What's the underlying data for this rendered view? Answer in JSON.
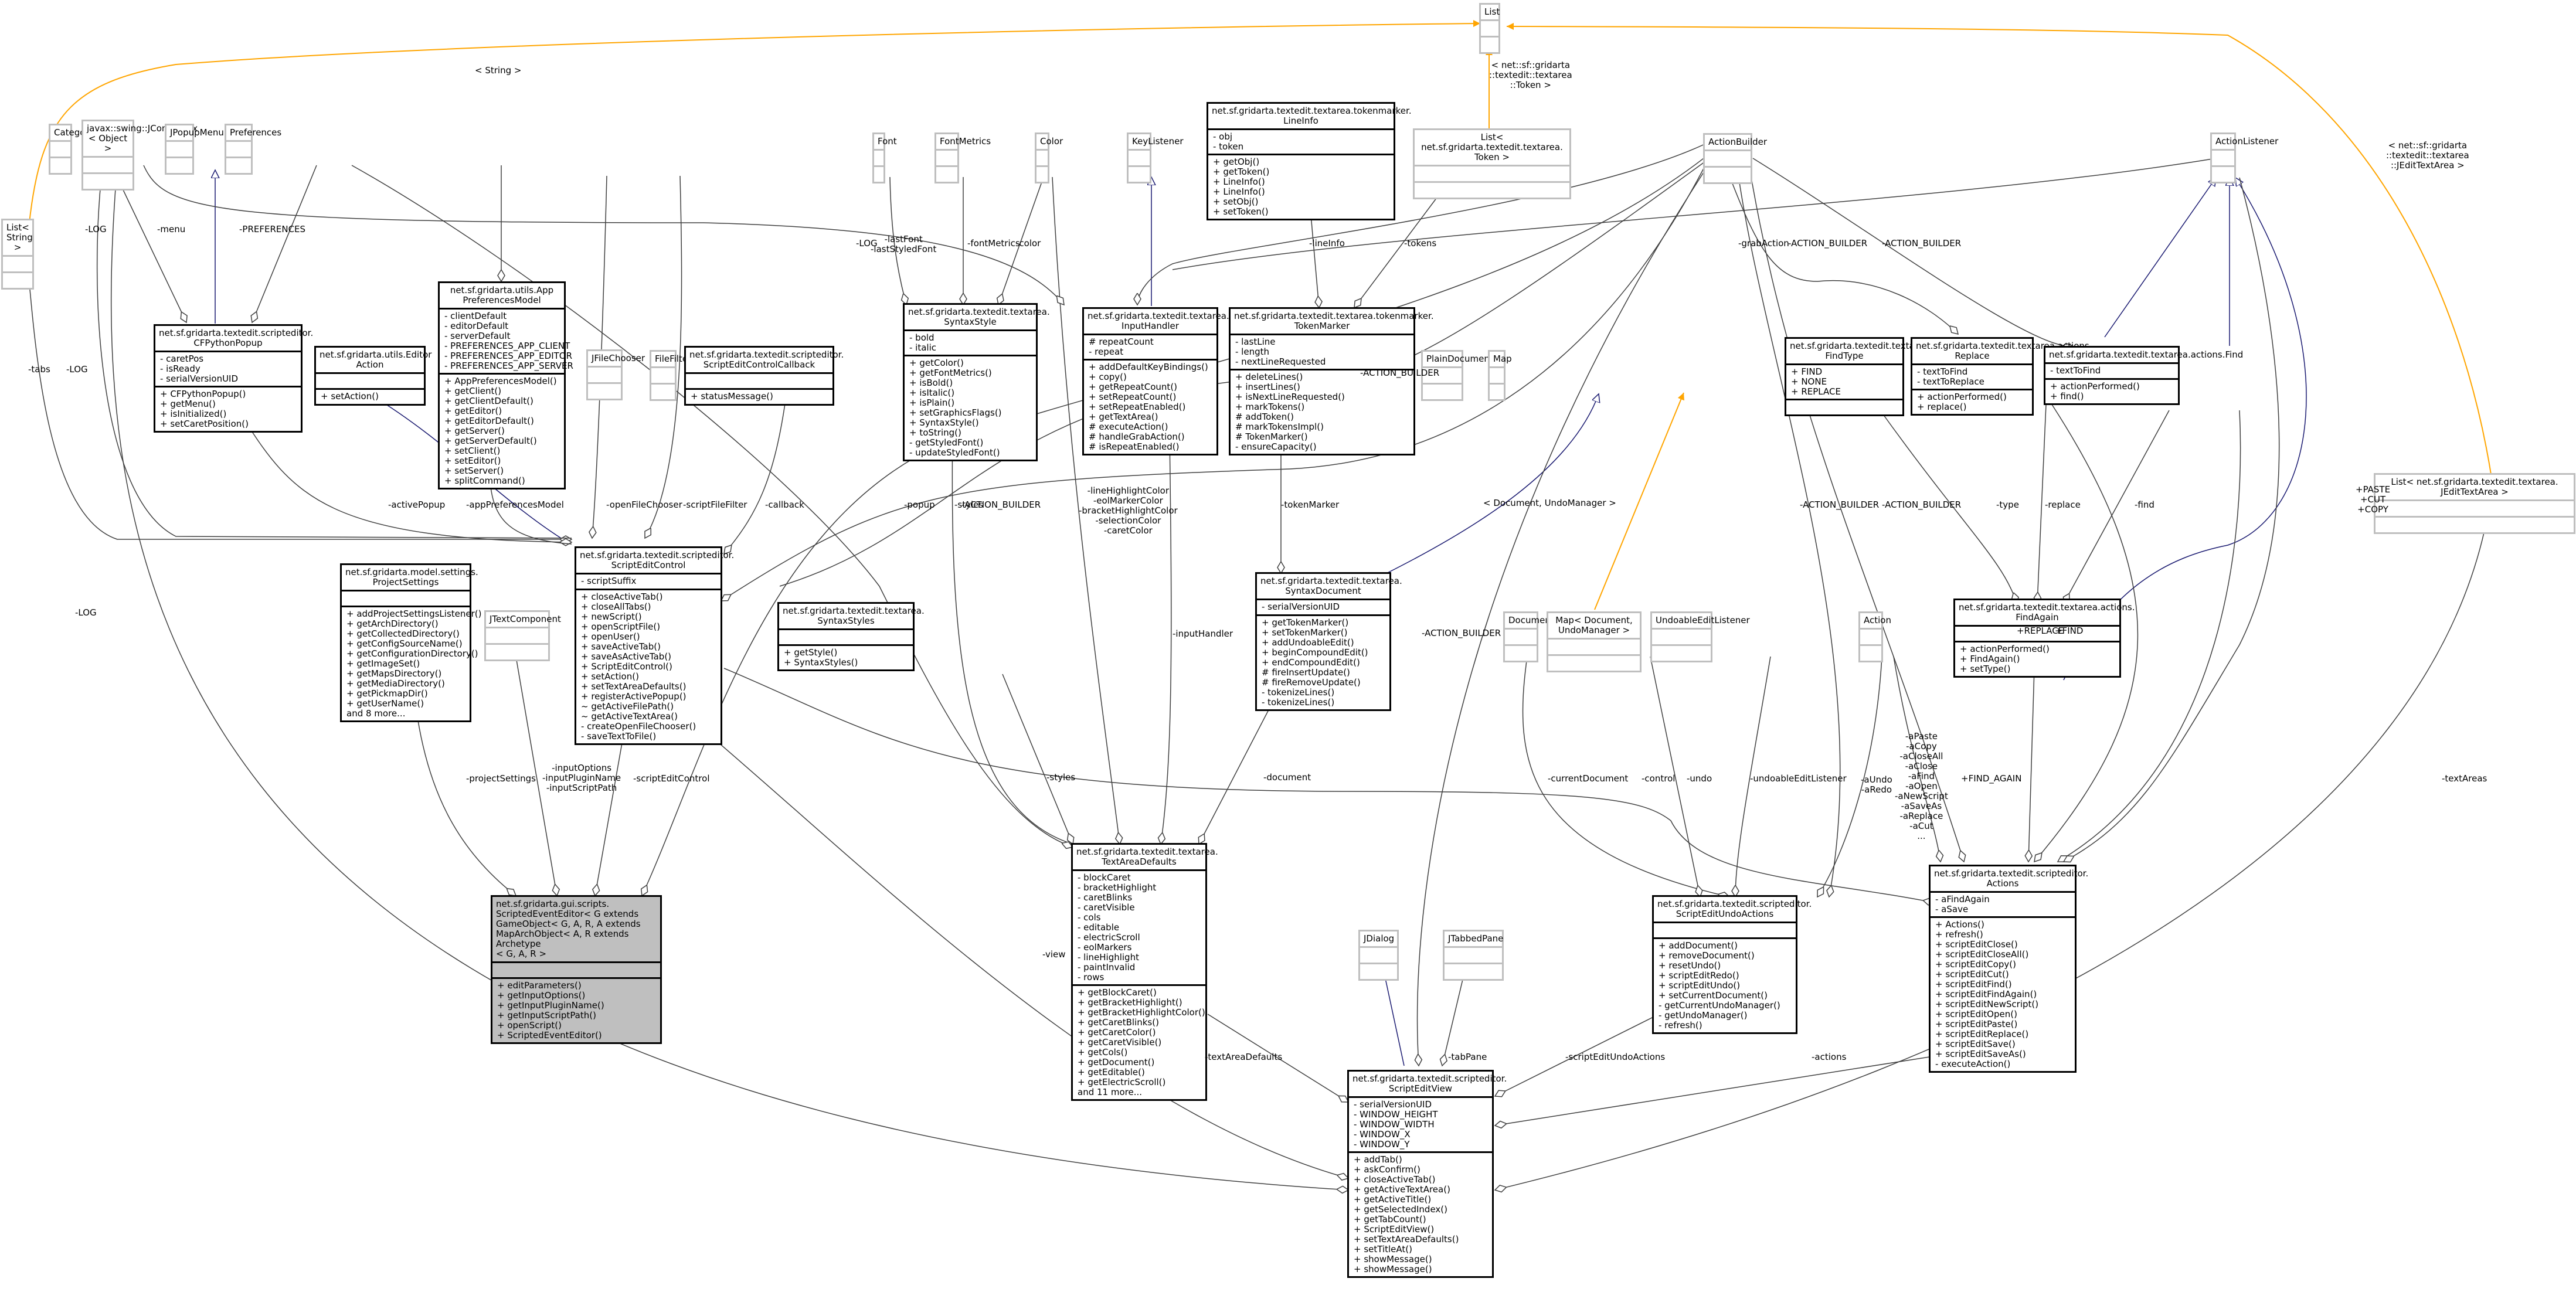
{
  "diagram": {
    "type": "uml-class-collaboration",
    "focus_class": "ScriptedEventEditor",
    "colors": {
      "association": "#404040",
      "inheritance": "#191970",
      "template": "#ffa500",
      "focus_fill": "#bfbfbf",
      "external_border": "#bfbfbf"
    }
  },
  "classes": {
    "List": {
      "name": "List",
      "external": true,
      "attrs": [],
      "ops": []
    },
    "ListString": {
      "name": "List< String >",
      "external": true,
      "attrs": [],
      "ops": []
    },
    "Category": {
      "name": "Category",
      "external": true,
      "attrs": [],
      "ops": []
    },
    "JComboBox": {
      "name": "javax::swing::JComboBox\n< Object >",
      "external": true,
      "attrs": [],
      "ops": []
    },
    "JPopupMenu": {
      "name": "JPopupMenu",
      "external": true,
      "attrs": [],
      "ops": []
    },
    "Preferences": {
      "name": "Preferences",
      "external": true,
      "attrs": [],
      "ops": []
    },
    "Font": {
      "name": "Font",
      "external": true,
      "attrs": [],
      "ops": []
    },
    "FontMetrics": {
      "name": "FontMetrics",
      "external": true,
      "attrs": [],
      "ops": []
    },
    "Color": {
      "name": "Color",
      "external": true,
      "attrs": [],
      "ops": []
    },
    "KeyListener": {
      "name": "KeyListener",
      "external": true,
      "attrs": [],
      "ops": []
    },
    "ListToken": {
      "name": "List< net.sf.gridarta.textedit.textarea.\nToken >",
      "external": true,
      "attrs": [],
      "ops": []
    },
    "ActionBuilder": {
      "name": "ActionBuilder",
      "external": true,
      "attrs": [],
      "ops": []
    },
    "ActionListener": {
      "name": "ActionListener",
      "external": true,
      "attrs": [],
      "ops": []
    },
    "PlainDocument": {
      "name": "PlainDocument",
      "external": true,
      "attrs": [],
      "ops": []
    },
    "Map": {
      "name": "Map",
      "external": true,
      "attrs": [],
      "ops": []
    },
    "JFileChooser": {
      "name": "JFileChooser",
      "external": true,
      "attrs": [],
      "ops": []
    },
    "FileFilter": {
      "name": "FileFilter",
      "external": true,
      "attrs": [],
      "ops": []
    },
    "JTextComponent": {
      "name": "JTextComponent",
      "external": true,
      "attrs": [],
      "ops": []
    },
    "Document": {
      "name": "Document",
      "external": true,
      "attrs": [],
      "ops": []
    },
    "MapDocUndo": {
      "name": "Map< Document, UndoManager >",
      "external": true,
      "attrs": [],
      "ops": []
    },
    "UndoableEditListener": {
      "name": "UndoableEditListener",
      "external": true,
      "attrs": [],
      "ops": []
    },
    "Action": {
      "name": "Action",
      "external": true,
      "attrs": [],
      "ops": []
    },
    "ListJEditTextArea": {
      "name": "List< net.sf.gridarta.textedit.textarea.\nJEditTextArea >",
      "external": true,
      "attrs": [],
      "ops": []
    },
    "JDialog": {
      "name": "JDialog",
      "external": true,
      "attrs": [],
      "ops": []
    },
    "JTabbedPane": {
      "name": "JTabbedPane",
      "external": true,
      "attrs": [],
      "ops": []
    },
    "LineInfo": {
      "name": "net.sf.gridarta.textedit.textarea.tokenmarker.\nLineInfo",
      "attrs": [
        "- obj",
        "- token"
      ],
      "ops": [
        "+ getObj()",
        "+ getToken()",
        "+ LineInfo()",
        "+ LineInfo()",
        "+ setObj()",
        "+ setToken()"
      ]
    },
    "CFPythonPopup": {
      "name": "net.sf.gridarta.textedit.scripteditor.\nCFPythonPopup",
      "attrs": [
        "- caretPos",
        "- isReady",
        "- serialVersionUID"
      ],
      "ops": [
        "+ CFPythonPopup()",
        "+ getMenu()",
        "+ isInitialized()",
        "+ setCaretPosition()"
      ]
    },
    "EditorAction": {
      "name": "net.sf.gridarta.utils.Editor\nAction",
      "attrs": [],
      "ops": [
        "+ setAction()"
      ]
    },
    "AppPreferencesModel": {
      "name": "net.sf.gridarta.utils.App\nPreferencesModel",
      "attrs": [
        "- clientDefault",
        "- editorDefault",
        "- serverDefault",
        "- PREFERENCES_APP_CLIENT",
        "- PREFERENCES_APP_EDITOR",
        "- PREFERENCES_APP_SERVER"
      ],
      "ops": [
        "+ AppPreferencesModel()",
        "+ getClient()",
        "+ getClientDefault()",
        "+ getEditor()",
        "+ getEditorDefault()",
        "+ getServer()",
        "+ getServerDefault()",
        "+ setClient()",
        "+ setEditor()",
        "+ setServer()",
        "+ splitCommand()"
      ]
    },
    "ScriptEditControlCallback": {
      "name": "net.sf.gridarta.textedit.scripteditor.\nScriptEditControlCallback",
      "attrs": [],
      "ops": [
        "+ statusMessage()"
      ]
    },
    "SyntaxStyle": {
      "name": "net.sf.gridarta.textedit.textarea.\nSyntaxStyle",
      "attrs": [
        "- bold",
        "- italic"
      ],
      "ops": [
        "+ getColor()",
        "+ getFontMetrics()",
        "+ isBold()",
        "+ isItalic()",
        "+ isPlain()",
        "+ setGraphicsFlags()",
        "+ SyntaxStyle()",
        "+ toString()",
        "- getStyledFont()",
        "- updateStyledFont()"
      ]
    },
    "InputHandler": {
      "name": "net.sf.gridarta.textedit.textarea.\nInputHandler",
      "attrs": [
        "# repeatCount",
        "- repeat"
      ],
      "ops": [
        "+ addDefaultKeyBindings()",
        "+ copy()",
        "+ getRepeatCount()",
        "+ setRepeatCount()",
        "+ setRepeatEnabled()",
        "+ getTextArea()",
        "# executeAction()",
        "# handleGrabAction()",
        "# isRepeatEnabled()"
      ]
    },
    "TokenMarker": {
      "name": "net.sf.gridarta.textedit.textarea.tokenmarker.\nTokenMarker",
      "attrs": [
        "- lastLine",
        "- length",
        "- nextLineRequested"
      ],
      "ops": [
        "+ deleteLines()",
        "+ insertLines()",
        "+ isNextLineRequested()",
        "+ markTokens()",
        "# addToken()",
        "# markTokensImpl()",
        "# TokenMarker()",
        "- ensureCapacity()"
      ]
    },
    "FindType": {
      "name": "net.sf.gridarta.textedit.textarea.actions.\nFindType",
      "attrs": [
        "+ FIND",
        "+ NONE",
        "+ REPLACE"
      ],
      "ops": []
    },
    "Replace": {
      "name": "net.sf.gridarta.textedit.textarea.actions.\nReplace",
      "attrs": [
        "- textToFind",
        "- textToReplace"
      ],
      "ops": [
        "+ actionPerformed()",
        "+ replace()"
      ]
    },
    "Find": {
      "name": "net.sf.gridarta.textedit.textarea.actions.Find",
      "attrs": [
        "- textToFind"
      ],
      "ops": [
        "+ actionPerformed()",
        "+ find()"
      ]
    },
    "ProjectSettings": {
      "name": "net.sf.gridarta.model.settings.\nProjectSettings",
      "attrs": [],
      "ops": [
        "+ addProjectSettingsListener()",
        "+ getArchDirectory()",
        "+ getCollectedDirectory()",
        "+ getConfigSourceName()",
        "+ getConfigurationDirectory()",
        "+ getImageSet()",
        "+ getMapsDirectory()",
        "+ getMediaDirectory()",
        "+ getPickmapDir()",
        "+ getUserName()",
        "and 8 more..."
      ]
    },
    "ScriptEditControl": {
      "name": "net.sf.gridarta.textedit.scripteditor.\nScriptEditControl",
      "attrs": [
        "- scriptSuffix"
      ],
      "ops": [
        "+ closeActiveTab()",
        "+ closeAllTabs()",
        "+ newScript()",
        "+ openScriptFile()",
        "+ openUser()",
        "+ saveActiveTab()",
        "+ saveAsActiveTab()",
        "+ ScriptEditControl()",
        "+ setAction()",
        "+ setTextAreaDefaults()",
        "+ registerActivePopup()",
        "~ getActiveFilePath()",
        "~ getActiveTextArea()",
        "- createOpenFileChooser()",
        "- saveTextToFile()"
      ]
    },
    "SyntaxStyles": {
      "name": "net.sf.gridarta.textedit.textarea.\nSyntaxStyles",
      "attrs": [],
      "ops": [
        "+ getStyle()",
        "+ SyntaxStyles()"
      ]
    },
    "SyntaxDocument": {
      "name": "net.sf.gridarta.textedit.textarea.\nSyntaxDocument",
      "attrs": [
        "- serialVersionUID"
      ],
      "ops": [
        "+ getTokenMarker()",
        "+ setTokenMarker()",
        "+ addUndoableEdit()",
        "+ beginCompoundEdit()",
        "+ endCompoundEdit()",
        "# fireInsertUpdate()",
        "# fireRemoveUpdate()",
        "- tokenizeLines()",
        "- tokenizeLines()"
      ]
    },
    "FindAgain": {
      "name": "net.sf.gridarta.textedit.textarea.actions.\nFindAgain",
      "attrs": [],
      "ops": [
        "+ actionPerformed()",
        "+ FindAgain()",
        "+ setType()"
      ]
    },
    "ScriptedEventEditor": {
      "name": "net.sf.gridarta.gui.scripts.\nScriptedEventEditor< G extends\n GameObject< G, A, R, A extends\n MapArchObject< A, R extends Archetype\n< G, A, R >",
      "attrs": [],
      "ops": [
        "+ editParameters()",
        "+ getInputOptions()",
        "+ getInputPluginName()",
        "+ getInputScriptPath()",
        "+ openScript()",
        "+ ScriptedEventEditor()"
      ]
    },
    "TextAreaDefaults": {
      "name": "net.sf.gridarta.textedit.textarea.\nTextAreaDefaults",
      "attrs": [
        "- blockCaret",
        "- bracketHighlight",
        "- caretBlinks",
        "- caretVisible",
        "- cols",
        "- editable",
        "- electricScroll",
        "- eolMarkers",
        "- lineHighlight",
        "- paintInvalid",
        "- rows"
      ],
      "ops": [
        "+ getBlockCaret()",
        "+ getBracketHighlight()",
        "+ getBracketHighlightColor()",
        "+ getCaretBlinks()",
        "+ getCaretColor()",
        "+ getCaretVisible()",
        "+ getCols()",
        "+ getDocument()",
        "+ getEditable()",
        "+ getElectricScroll()",
        "and 11 more..."
      ]
    },
    "ScriptEditUndoActions": {
      "name": "net.sf.gridarta.textedit.scripteditor.\nScriptEditUndoActions",
      "attrs": [],
      "ops": [
        "+ addDocument()",
        "+ removeDocument()",
        "+ resetUndo()",
        "+ scriptEditRedo()",
        "+ scriptEditUndo()",
        "+ setCurrentDocument()",
        "- getCurrentUndoManager()",
        "- getUndoManager()",
        "- refresh()"
      ]
    },
    "Actions": {
      "name": "net.sf.gridarta.textedit.scripteditor.\nActions",
      "attrs": [
        "- aFindAgain",
        "- aSave"
      ],
      "ops": [
        "+ Actions()",
        "+ refresh()",
        "+ scriptEditClose()",
        "+ scriptEditCloseAll()",
        "+ scriptEditCopy()",
        "+ scriptEditCut()",
        "+ scriptEditFind()",
        "+ scriptEditFindAgain()",
        "+ scriptEditNewScript()",
        "+ scriptEditOpen()",
        "+ scriptEditPaste()",
        "+ scriptEditReplace()",
        "+ scriptEditSave()",
        "+ scriptEditSaveAs()",
        "- executeAction()"
      ]
    },
    "ScriptEditView": {
      "name": "net.sf.gridarta.textedit.scripteditor.\nScriptEditView",
      "attrs": [
        "- serialVersionUID",
        "- WINDOW_HEIGHT",
        "- WINDOW_WIDTH",
        "- WINDOW_X",
        "- WINDOW_Y"
      ],
      "ops": [
        "+ addTab()",
        "+ askConfirm()",
        "+ closeActiveTab()",
        "+ getActiveTextArea()",
        "+ getActiveTitle()",
        "+ getSelectedIndex()",
        "+ getTabCount()",
        "+ ScriptEditView()",
        "+ setTextAreaDefaults()",
        "+ setTitleAt()",
        "+ showMessage()",
        "+ showMessage()"
      ]
    }
  },
  "labels": {
    "string_tpl": "< String >",
    "token_tpl": "< net::sf::gridarta\n::textedit::textarea\n::Token >",
    "jedit_tpl": "< net::sf::gridarta\n::textedit::textarea\n::JEditTextArea >",
    "mapdoc_tpl": "< Document, UndoManager >",
    "log1": "-LOG",
    "menu": "-menu",
    "preferences": "-PREFERENCES",
    "tabs": "-tabs",
    "log2": "-LOG",
    "log3": "-LOG",
    "log4": "-LOG",
    "lastfont": "-lastFont\n-lastStyledFont",
    "fontmetrics": "-fontMetrics",
    "color": "-color",
    "lineinfo": "-lineInfo",
    "tokens": "-tokens",
    "grabaction": "-grabAction",
    "ab1": "-ACTION_BUILDER",
    "ab2": "-ACTION_BUILDER",
    "ab3": "-ACTION_BUILDER",
    "ab4": "-ACTION_BUILDER",
    "ab5": "-ACTION_BUILDER",
    "ab6": "-ACTION_BUILDER",
    "ab7": "-ACTION_BUILDER",
    "activepopup": "-activePopup",
    "appprefs": "-appPreferencesModel",
    "openfilechooser": "-openFileChooser",
    "scriptfilefilter": "-scriptFileFilter",
    "callback": "-callback",
    "popup": "-popup",
    "styles1": "-styles",
    "colors": "-lineHighlightColor\n-eolMarkerColor\n-bracketHighlightColor\n-selectionColor\n-caretColor",
    "tokenmarker": "-tokenMarker",
    "inputhandler": "-inputHandler",
    "styles2": "-styles",
    "document": "-document",
    "type": "-type",
    "replace": "-replace",
    "find": "-find",
    "pastecutcopy": "+PASTE\n+CUT\n+COPY",
    "replace_c": "+REPLACE",
    "find_c": "+FIND",
    "findagain_c": "+FIND_AGAIN",
    "projectsettings": "-projectSettings",
    "inputs": "-inputOptions\n-inputPluginName\n-inputScriptPath",
    "scripteditcontrol": "-scriptEditControl",
    "currentdocument": "-currentDocument",
    "control": "-control",
    "undo": "-undo",
    "undoablelistener": "-undoableEditListener",
    "undoredo": "-aUndo\n-aRedo",
    "actionlist": "-aPaste\n-aCopy\n-aCloseAll\n-aClose\n-aFind\n-aOpen\n-aNewScript\n-aSaveAs\n-aReplace\n-aCut\n...",
    "textareas": "-textAreas",
    "view": "-view",
    "textareadefaults": "-textAreaDefaults",
    "tabpane": "-tabPane",
    "scriptundoactions": "-scriptEditUndoActions",
    "actions": "-actions"
  }
}
